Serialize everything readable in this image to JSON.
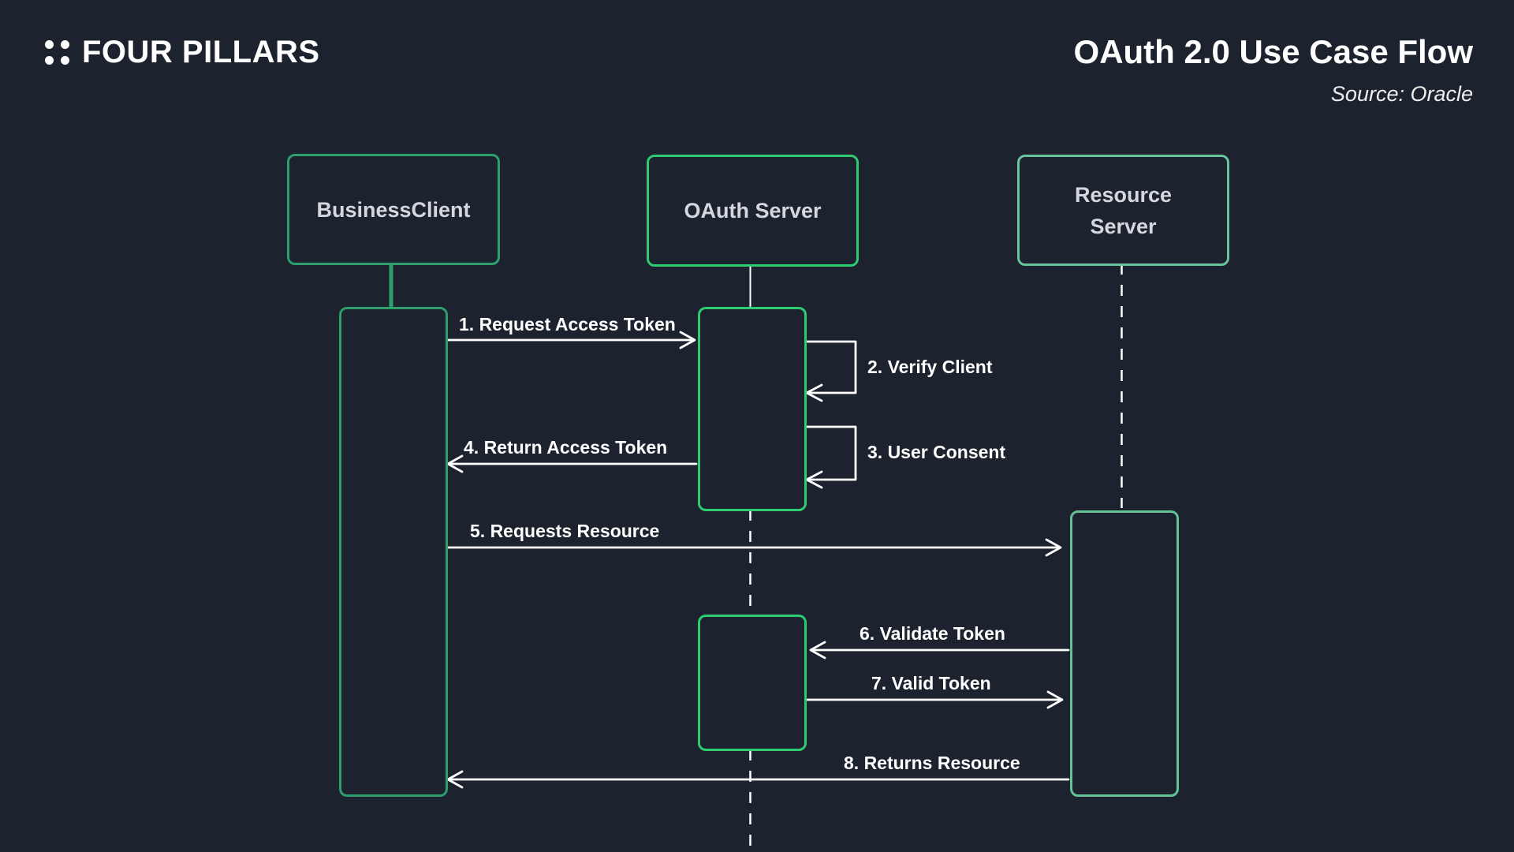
{
  "header": {
    "logo_text": "FOUR PILLARS",
    "logo_icon": "four-dots-icon",
    "title": "OAuth 2.0 Use Case Flow",
    "source": "Source: Oracle"
  },
  "colors": {
    "background": "#1d232e",
    "business_client_green": "#2e9e6c",
    "oauth_server_green": "#2ecc71",
    "resource_server_green": "#68c49c",
    "line_white": "#ffffff"
  },
  "actors": [
    {
      "name": "BusinessClient",
      "lifeline": "solid-green"
    },
    {
      "name": "OAuth Server",
      "lifeline": "dashed-white"
    },
    {
      "name": "Resource Server",
      "lifeline": "dashed-white"
    }
  ],
  "messages": [
    {
      "label": "1. Request Access Token",
      "from": "BusinessClient",
      "to": "OAuth Server"
    },
    {
      "label": "2. Verify Client",
      "from": "OAuth Server",
      "to": "OAuth Server"
    },
    {
      "label": "3. User Consent",
      "from": "OAuth Server",
      "to": "OAuth Server"
    },
    {
      "label": "4. Return Access Token",
      "from": "OAuth Server",
      "to": "BusinessClient"
    },
    {
      "label": "5. Requests Resource",
      "from": "BusinessClient",
      "to": "Resource Server"
    },
    {
      "label": "6. Validate Token",
      "from": "Resource Server",
      "to": "OAuth Server"
    },
    {
      "label": "7. Valid Token",
      "from": "OAuth Server",
      "to": "Resource Server"
    },
    {
      "label": "8. Returns Resource",
      "from": "Resource Server",
      "to": "BusinessClient"
    }
  ]
}
